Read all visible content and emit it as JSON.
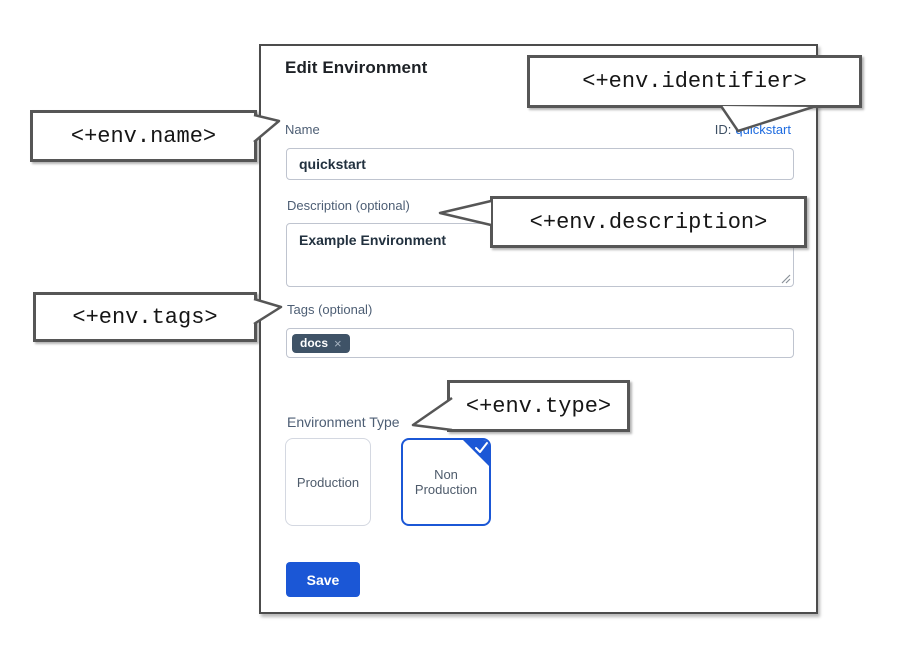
{
  "dialog": {
    "title": "Edit Environment",
    "name_field": {
      "label": "Name",
      "value": "quickstart"
    },
    "id_field": {
      "label": "ID:",
      "value": "quickstart"
    },
    "description_field": {
      "label": "Description (optional)",
      "value": "Example Environment"
    },
    "tags_field": {
      "label": "Tags (optional)",
      "tags": [
        "docs"
      ],
      "remove_icon": "×"
    },
    "environment_type": {
      "label": "Environment Type",
      "options": [
        {
          "label": "Production",
          "selected": false
        },
        {
          "label": "Non Production",
          "selected": true
        }
      ]
    },
    "save_label": "Save"
  },
  "callouts": {
    "name": "<+env.name>",
    "identifier": "<+env.identifier>",
    "description": "<+env.description>",
    "tags": "<+env.tags>",
    "type": "<+env.type>"
  },
  "colors": {
    "accent_blue": "#1b57d6",
    "link_blue": "#1f6ce0",
    "chip_bg": "#3f5367",
    "callout_border": "#565656",
    "dialog_border": "#4c4c4c",
    "label_text": "#4d5e74"
  }
}
